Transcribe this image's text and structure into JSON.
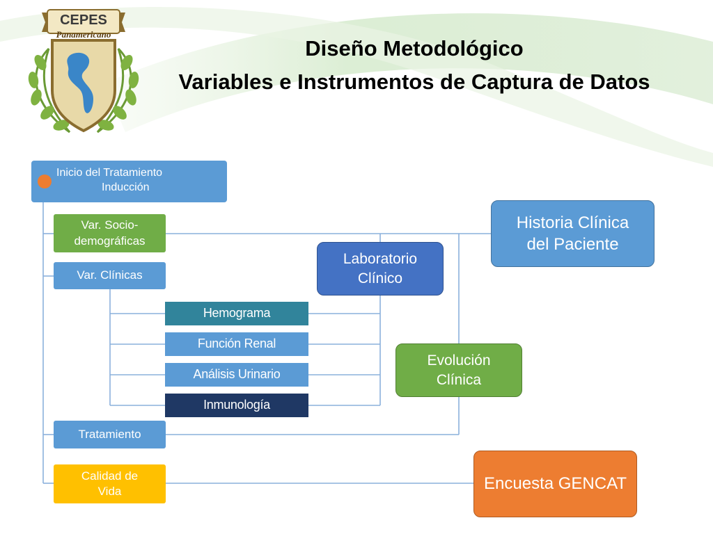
{
  "logo": {
    "top_text": "CEPES",
    "bottom_text": "Panamericano"
  },
  "title": {
    "line1": "Diseño Metodológico",
    "line2": "Variables e Instrumentos de Captura de Datos"
  },
  "diagram": {
    "root": {
      "line1": "Inicio del Tratamiento",
      "line2": "Inducción"
    },
    "variables": {
      "socio": "Var. Socio-demográficas",
      "clinicas": "Var. Clínicas",
      "tratamiento": "Tratamiento",
      "calidad": "Calidad de Vida"
    },
    "clinical_subitems": {
      "hemograma": "Hemograma",
      "funcion_renal": "Función Renal",
      "analisis_urinario": "Análisis Urinario",
      "inmunologia": "Inmunología"
    },
    "instruments": {
      "historia": "Historia Clínica del Paciente",
      "laboratorio": "Laboratorio Clínico",
      "evolucion": "Evolución Clínica",
      "encuesta": "Encuesta GENCAT"
    },
    "colors": {
      "blue": "#5b9bd5",
      "green": "#70ad47",
      "orange": "#ed7d31",
      "gold": "#ffc000",
      "teal": "#31849b",
      "navy": "#1f3864",
      "lab_blue": "#4472c4"
    }
  }
}
